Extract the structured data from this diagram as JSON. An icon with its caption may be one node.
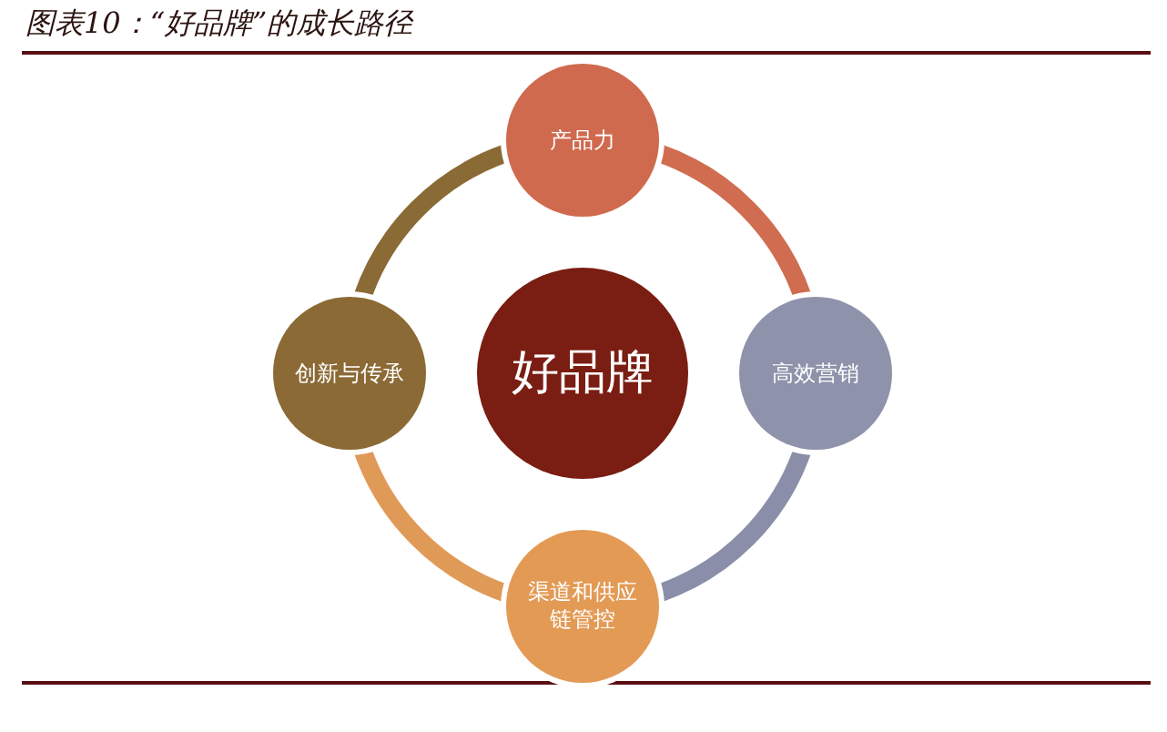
{
  "diagram": {
    "title": "图表10：“好品牌”的成长路径",
    "nodes": [
      {
        "text": [
          "好品牌"
        ]
      },
      {
        "text": [
          "产品力"
        ]
      },
      {
        "text": [
          "高效营销"
        ]
      },
      {
        "text": [
          "渠道和供应链管控"
        ]
      },
      {
        "text": [
          "创新与传承"
        ]
      }
    ],
    "edges": [
      {
        "from": 1,
        "to": 2,
        "arrow": "none",
        "color": "#d06c50"
      },
      {
        "from": 2,
        "to": 3,
        "arrow": "none",
        "color": "#8a8ea8"
      },
      {
        "from": 3,
        "to": 4,
        "arrow": "none",
        "color": "#e09a58"
      },
      {
        "from": 4,
        "to": 1,
        "arrow": "none",
        "color": "#8a6a35"
      }
    ]
  }
}
